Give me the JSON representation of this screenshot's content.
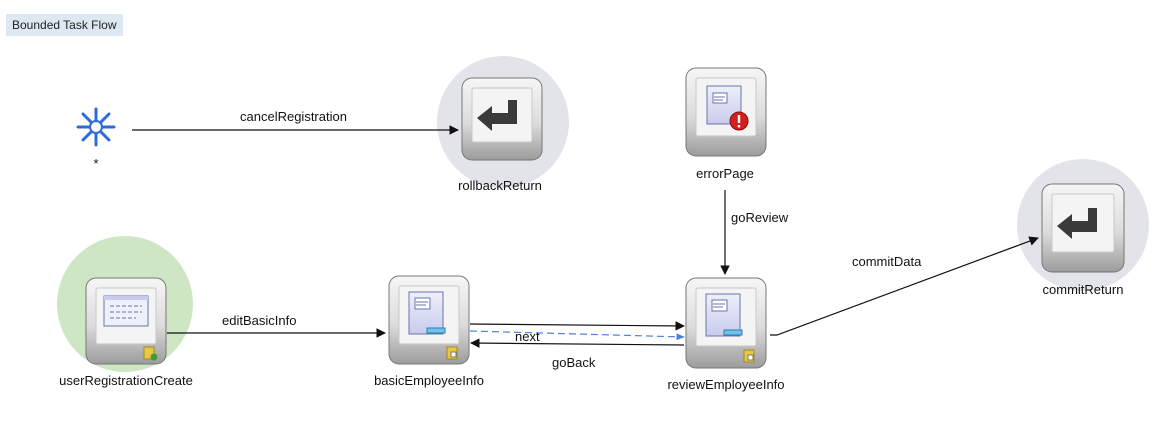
{
  "header": {
    "title": "Bounded Task Flow"
  },
  "nodes": {
    "wildcard": {
      "label": "*",
      "icon": "wildcard-icon"
    },
    "rollbackReturn": {
      "label": "rollbackReturn",
      "icon": "return-arrow-icon"
    },
    "errorPage": {
      "label": "errorPage",
      "icon": "error-page-icon"
    },
    "commitReturn": {
      "label": "commitReturn",
      "icon": "return-arrow-icon"
    },
    "userRegistrationCreate": {
      "label": "userRegistrationCreate",
      "icon": "method-call-icon",
      "default_activity": true
    },
    "basicEmployeeInfo": {
      "label": "basicEmployeeInfo",
      "icon": "view-page-icon"
    },
    "reviewEmployeeInfo": {
      "label": "reviewEmployeeInfo",
      "icon": "view-page-icon"
    }
  },
  "edges": {
    "cancelRegistration": "cancelRegistration",
    "goReview": "goReview",
    "commitData": "commitData",
    "editBasicInfo": "editBasicInfo",
    "next": "next",
    "goBack": "goBack"
  },
  "colors": {
    "return_halo": "#e3e3ea",
    "default_halo": "#cfe6c4",
    "wildcard": "#2f6bd8",
    "error_badge": "#d31f1f"
  }
}
